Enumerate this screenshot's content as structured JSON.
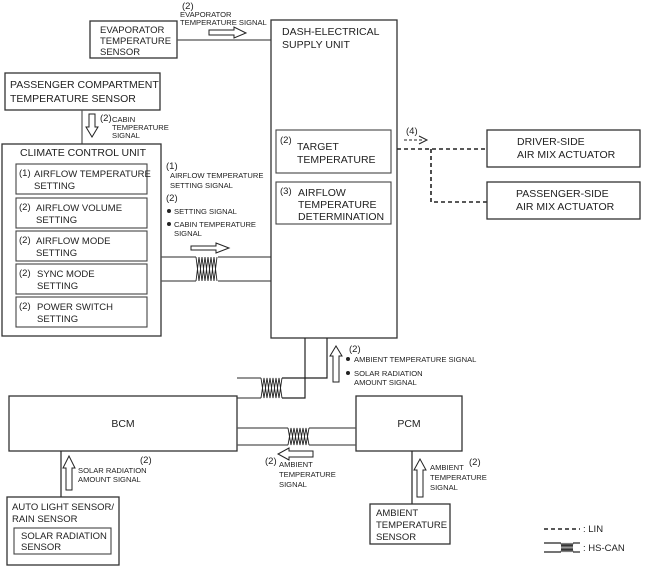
{
  "diagram": {
    "evaporator_sensor": {
      "lines": [
        "EVAPORATOR",
        "TEMPERATURE",
        "SENSOR"
      ]
    },
    "evaporator_signal": {
      "num": "(2)",
      "lines": [
        "EVAPORATOR",
        "TEMPERATURE SIGNAL"
      ]
    },
    "passenger_sensor": {
      "lines": [
        "PASSENGER COMPARTMENT",
        "TEMPERATURE SENSOR"
      ]
    },
    "cabin_signal": {
      "num": "(2)",
      "lines": [
        "CABIN",
        "TEMPERATURE",
        "SIGNAL"
      ]
    },
    "dash_unit": {
      "lines": [
        "DASH-ELECTRICAL",
        "SUPPLY UNIT"
      ]
    },
    "target_temp": {
      "num": "(2)",
      "lines": [
        "TARGET",
        "TEMPERATURE"
      ]
    },
    "airflow_det": {
      "num": "(3)",
      "lines": [
        "AIRFLOW",
        "TEMPERATURE",
        "DETERMINATION"
      ]
    },
    "lin_label": "(4)",
    "driver_actuator": {
      "lines": [
        "DRIVER-SIDE",
        "AIR MIX ACTUATOR"
      ]
    },
    "passenger_actuator": {
      "lines": [
        "PASSENGER-SIDE",
        "AIR MIX ACTUATOR"
      ]
    },
    "climate_unit": {
      "title": "CLIMATE CONTROL UNIT",
      "items": [
        {
          "num": "(1)",
          "lines": [
            "AIRFLOW TEMPERATURE",
            "SETTING"
          ]
        },
        {
          "num": "(2)",
          "lines": [
            "AIRFLOW VOLUME",
            "SETTING"
          ]
        },
        {
          "num": "(2)",
          "lines": [
            "AIRFLOW MODE",
            "SETTING"
          ]
        },
        {
          "num": "(2)",
          "lines": [
            "SYNC MODE",
            "SETTING"
          ]
        },
        {
          "num": "(2)",
          "lines": [
            "POWER SWITCH",
            "SETTING"
          ]
        }
      ]
    },
    "ccu_signals": {
      "num1": "(1)",
      "sig1": [
        "AIRFLOW TEMPERATURE",
        "SETTING SIGNAL"
      ],
      "num2": "(2)",
      "bullet1": "SETTING SIGNAL",
      "bullet2": [
        "CABIN TEMPERATURE",
        "SIGNAL"
      ]
    },
    "dash_down_signals": {
      "num": "(2)",
      "bullet1": "AMBIENT TEMPERATURE SIGNAL",
      "bullet2": [
        "SOLAR RADIATION",
        "AMOUNT SIGNAL"
      ]
    },
    "bcm": {
      "label": "BCM"
    },
    "pcm": {
      "label": "PCM"
    },
    "pcm_bcm_signal": {
      "num": "(2)",
      "lines": [
        "AMBIENT",
        "TEMPERATURE",
        "SIGNAL"
      ]
    },
    "solar_signal": {
      "num": "(2)",
      "lines": [
        "SOLAR RADIATION",
        "AMOUNT SIGNAL"
      ]
    },
    "ambient_signal": {
      "num": "(2)",
      "lines": [
        "AMBIENT",
        "TEMPERATURE",
        "SIGNAL"
      ]
    },
    "auto_light": {
      "lines": [
        "AUTO LIGHT SENSOR/",
        "RAIN SENSOR"
      ]
    },
    "solar_sensor": {
      "lines": [
        "SOLAR RADIATION",
        "SENSOR"
      ]
    },
    "ambient_sensor": {
      "lines": [
        "AMBIENT",
        "TEMPERATURE",
        "SENSOR"
      ]
    },
    "legend": {
      "lin": ": LIN",
      "hscan": ": HS-CAN"
    }
  }
}
